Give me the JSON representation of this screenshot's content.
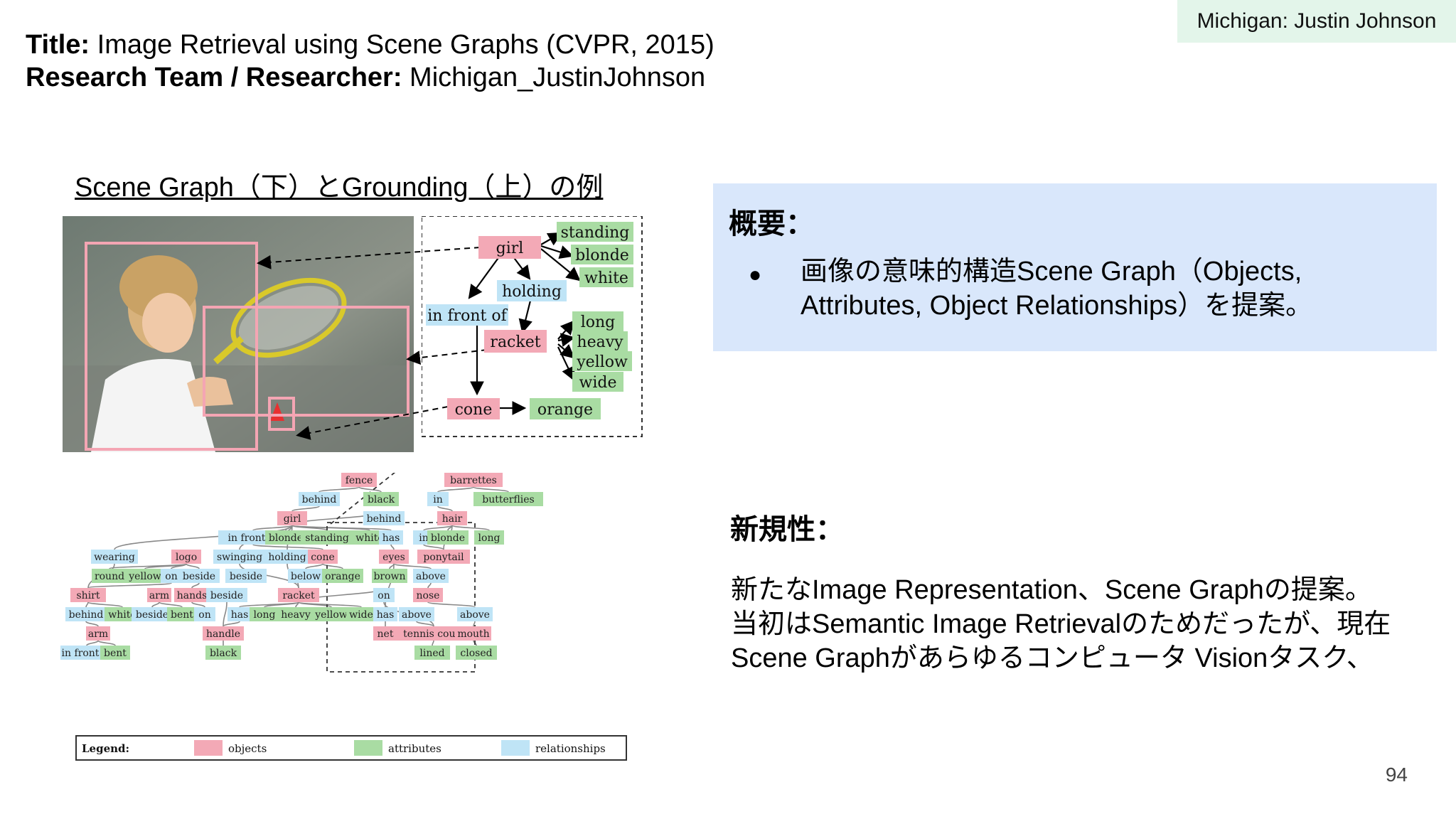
{
  "corner_tag": "Michigan: Justin Johnson",
  "title": {
    "label": "Title:",
    "value": " Image Retrieval using Scene Graphs (CVPR, 2015)"
  },
  "team": {
    "label": "Research Team / Researcher:",
    "value": " Michigan_JustinJohnson"
  },
  "figure_caption": "Scene Graph（下）とGrounding（上）の例",
  "top_graph": {
    "girl": "girl",
    "holding": "holding",
    "in_front_of": "in front of",
    "racket": "racket",
    "cone": "cone",
    "standing": "standing",
    "blonde": "blonde",
    "white": "white",
    "long": "long",
    "heavy": "heavy",
    "yellow": "yellow",
    "wide": "wide",
    "orange": "orange"
  },
  "full_graph": {
    "nodes": [
      {
        "id": "fence",
        "label": "fence",
        "type": "object"
      },
      {
        "id": "barrettes",
        "label": "barrettes",
        "type": "object"
      },
      {
        "id": "behind1",
        "label": "behind",
        "type": "relationship"
      },
      {
        "id": "black1",
        "label": "black",
        "type": "attribute"
      },
      {
        "id": "in1",
        "label": "in",
        "type": "relationship"
      },
      {
        "id": "butterflies",
        "label": "butterflies",
        "type": "attribute"
      },
      {
        "id": "girl",
        "label": "girl",
        "type": "object"
      },
      {
        "id": "behind2",
        "label": "behind",
        "type": "relationship"
      },
      {
        "id": "hair",
        "label": "hair",
        "type": "object"
      },
      {
        "id": "infrontof1",
        "label": "in front of",
        "type": "relationship"
      },
      {
        "id": "blonde1",
        "label": "blonde",
        "type": "attribute"
      },
      {
        "id": "standing",
        "label": "standing",
        "type": "attribute"
      },
      {
        "id": "white1",
        "label": "white",
        "type": "attribute"
      },
      {
        "id": "has1",
        "label": "has",
        "type": "relationship"
      },
      {
        "id": "in2",
        "label": "in",
        "type": "relationship"
      },
      {
        "id": "blonde2",
        "label": "blonde",
        "type": "attribute"
      },
      {
        "id": "long1",
        "label": "long",
        "type": "attribute"
      },
      {
        "id": "wearing",
        "label": "wearing",
        "type": "relationship"
      },
      {
        "id": "logo",
        "label": "logo",
        "type": "object"
      },
      {
        "id": "swinging",
        "label": "swinging",
        "type": "relationship"
      },
      {
        "id": "holding",
        "label": "holding",
        "type": "relationship"
      },
      {
        "id": "cone",
        "label": "cone",
        "type": "object"
      },
      {
        "id": "eyes",
        "label": "eyes",
        "type": "object"
      },
      {
        "id": "ponytail",
        "label": "ponytail",
        "type": "object"
      },
      {
        "id": "round",
        "label": "round",
        "type": "attribute"
      },
      {
        "id": "yellow1",
        "label": "yellow",
        "type": "attribute"
      },
      {
        "id": "on1",
        "label": "on",
        "type": "relationship"
      },
      {
        "id": "beside1",
        "label": "beside",
        "type": "relationship"
      },
      {
        "id": "beside2",
        "label": "beside",
        "type": "relationship"
      },
      {
        "id": "below",
        "label": "below",
        "type": "relationship"
      },
      {
        "id": "orange",
        "label": "orange",
        "type": "attribute"
      },
      {
        "id": "brown",
        "label": "brown",
        "type": "attribute"
      },
      {
        "id": "above1",
        "label": "above",
        "type": "relationship"
      },
      {
        "id": "shirt",
        "label": "shirt",
        "type": "object"
      },
      {
        "id": "arm1",
        "label": "arm",
        "type": "object"
      },
      {
        "id": "hands",
        "label": "hands",
        "type": "object"
      },
      {
        "id": "beside3",
        "label": "beside",
        "type": "relationship"
      },
      {
        "id": "racket",
        "label": "racket",
        "type": "object"
      },
      {
        "id": "on2",
        "label": "on",
        "type": "relationship"
      },
      {
        "id": "nose",
        "label": "nose",
        "type": "object"
      },
      {
        "id": "behind3",
        "label": "behind",
        "type": "relationship"
      },
      {
        "id": "white2",
        "label": "white",
        "type": "attribute"
      },
      {
        "id": "beside4",
        "label": "beside",
        "type": "relationship"
      },
      {
        "id": "bent1",
        "label": "bent",
        "type": "attribute"
      },
      {
        "id": "on3",
        "label": "on",
        "type": "relationship"
      },
      {
        "id": "has2",
        "label": "has",
        "type": "relationship"
      },
      {
        "id": "long2",
        "label": "long",
        "type": "attribute"
      },
      {
        "id": "heavy",
        "label": "heavy",
        "type": "attribute"
      },
      {
        "id": "yellow2",
        "label": "yellow",
        "type": "attribute"
      },
      {
        "id": "wide",
        "label": "wide",
        "type": "attribute"
      },
      {
        "id": "has3",
        "label": "has",
        "type": "relationship"
      },
      {
        "id": "above2",
        "label": "above",
        "type": "relationship"
      },
      {
        "id": "above3",
        "label": "above",
        "type": "relationship"
      },
      {
        "id": "arm2",
        "label": "arm",
        "type": "object"
      },
      {
        "id": "handle",
        "label": "handle",
        "type": "object"
      },
      {
        "id": "net",
        "label": "net",
        "type": "object"
      },
      {
        "id": "tenniscourt",
        "label": "tennis court",
        "type": "object"
      },
      {
        "id": "mouth",
        "label": "mouth",
        "type": "object"
      },
      {
        "id": "infrontof2",
        "label": "in front of",
        "type": "relationship"
      },
      {
        "id": "bent2",
        "label": "bent",
        "type": "attribute"
      },
      {
        "id": "black2",
        "label": "black",
        "type": "attribute"
      },
      {
        "id": "lined",
        "label": "lined",
        "type": "attribute"
      },
      {
        "id": "closed",
        "label": "closed",
        "type": "attribute"
      }
    ],
    "legend": {
      "title": "Legend:",
      "objects": "objects",
      "attributes": "attributes",
      "relationships": "relationships"
    }
  },
  "colors": {
    "object": "#f3a9b6",
    "attribute": "#a9dca3",
    "relationship": "#bfe4f6",
    "summary_bg": "#d9e7fb",
    "corner_bg": "#e3f5ea"
  },
  "summary": {
    "heading": "概要：",
    "bullet": "●",
    "text": "画像の意味的構造Scene Graph（Objects, Attributes, Object Relationships）を提案。"
  },
  "novelty": {
    "heading": "新規性：",
    "lines": [
      "新たなImage Representation、Scene Graphの提案。",
      "当初はSemantic Image Retrievalのためだったが、現在",
      "Scene Graphがあらゆるコンピュータ Visionタスク、"
    ]
  },
  "page_number": "94"
}
